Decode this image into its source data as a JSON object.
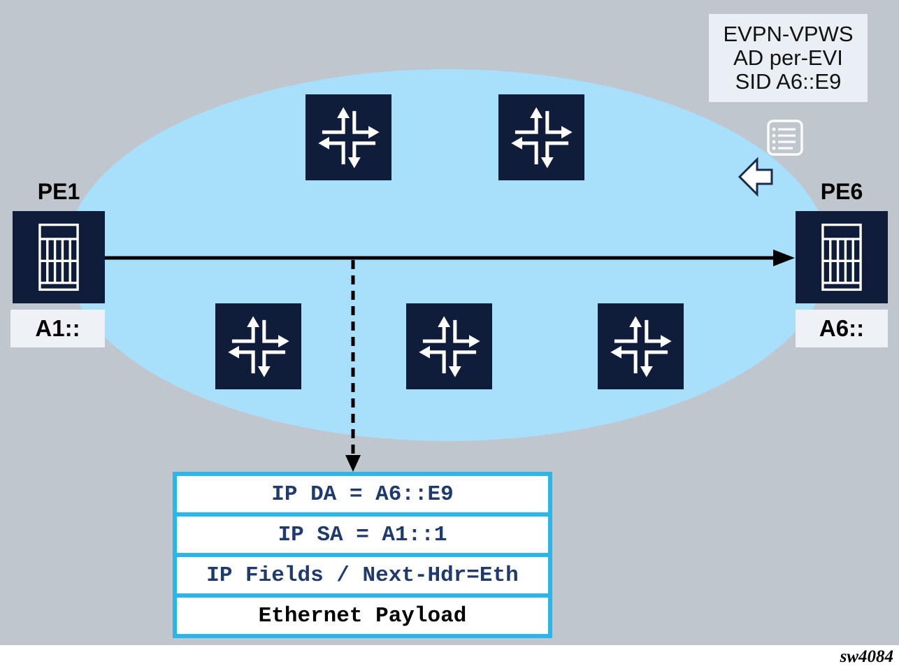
{
  "note": {
    "lines": [
      "EVPN-VPWS",
      "AD per-EVI",
      "SID A6::E9"
    ]
  },
  "nodes": {
    "pe1": {
      "label": "PE1",
      "sid": "A1::"
    },
    "pe6": {
      "label": "PE6",
      "sid": "A6::"
    }
  },
  "core_routers": {
    "count": 5
  },
  "packet": {
    "rows": [
      "IP DA = A6::E9",
      "IP SA = A1::1",
      "IP Fields / Next-Hdr=Eth",
      "Ethernet Payload"
    ]
  },
  "caption": "sw4084",
  "icons": {
    "core_router": "cross-arrows-router-icon",
    "pe_node": "router-chassis-icon",
    "advertisement": "list-icon",
    "direction": "left-block-arrow-icon"
  },
  "colors": {
    "background": "#bfc6ce",
    "cloud": "#a8dffb",
    "node_navy": "#101d3a",
    "packet_border": "#29b6ea",
    "packet_text": "#1f3a6e",
    "note_bg": "#e9eff5",
    "arrow": "#000000"
  }
}
